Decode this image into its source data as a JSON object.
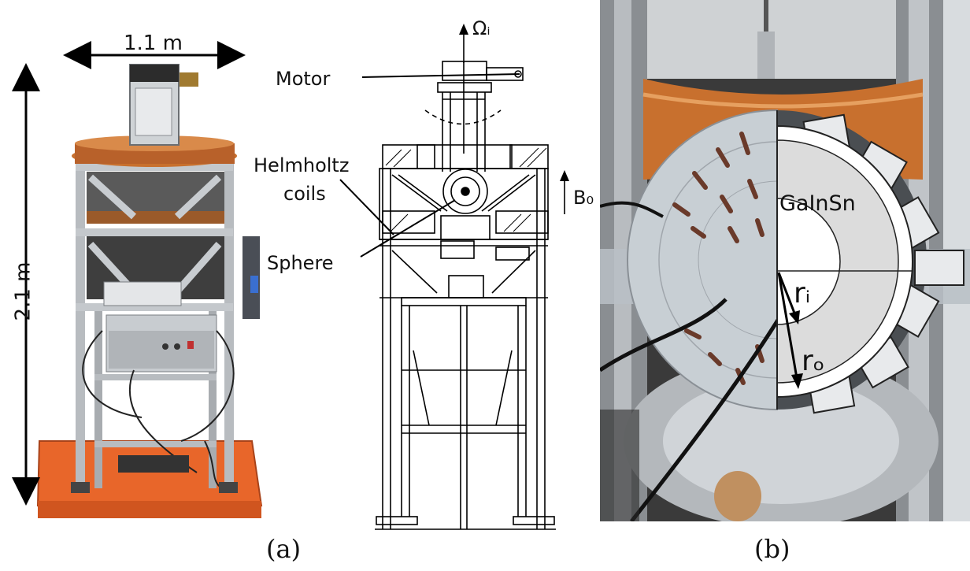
{
  "panel_a": {
    "photo": {
      "width_label": "1.1 m",
      "height_label": "2.1 m"
    },
    "drawing": {
      "omega_label": "Ωᵢ",
      "motor_label": "Motor",
      "helmholtz_label_line1": "Helmholtz",
      "helmholtz_label_line2": "coils",
      "sphere_label": "Sphere",
      "b0_label": "B₀"
    },
    "caption": "(a)"
  },
  "panel_b": {
    "fluid_label": "GaInSn",
    "inner_radius_label": "rᵢ",
    "outer_radius_label": "rₒ",
    "caption": "(b)"
  },
  "colors": {
    "tray_orange": "#e8662a",
    "copper_coil": "#c8702e",
    "frame_gray": "#b8bcc0",
    "fluid_gray": "#dcdcdc",
    "background_dark": "#3a3a3a"
  }
}
